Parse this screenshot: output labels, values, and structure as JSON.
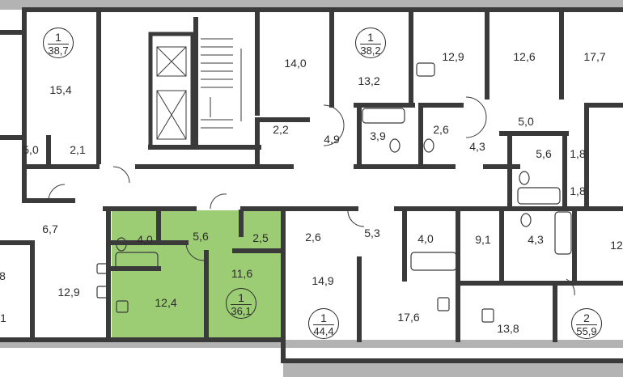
{
  "colors": {
    "wall": "#3a3a3a",
    "window": "#a8a8a8",
    "highlight": "#9ccc74",
    "text": "#2b2b2b",
    "background": "#ffffff"
  },
  "apartments": [
    {
      "id": "apt-a",
      "rooms": "1",
      "area": "38,7",
      "highlighted": false
    },
    {
      "id": "apt-b",
      "rooms": "1",
      "area": "38,2",
      "highlighted": false
    },
    {
      "id": "apt-c",
      "rooms": "1",
      "area": "36,1",
      "highlighted": true
    },
    {
      "id": "apt-d",
      "rooms": "1",
      "area": "44,4",
      "highlighted": false
    },
    {
      "id": "apt-e",
      "rooms": "2",
      "area": "55,9",
      "highlighted": false
    }
  ],
  "rooms": [
    {
      "id": "r-15-4",
      "area": "15,4"
    },
    {
      "id": "r-5-0-left",
      "area": "5,0"
    },
    {
      "id": "r-2-1",
      "area": "2,1"
    },
    {
      "id": "r-14-0",
      "area": "14,0"
    },
    {
      "id": "r-2-2",
      "area": "2,2"
    },
    {
      "id": "r-4-9",
      "area": "4,9"
    },
    {
      "id": "r-13-2",
      "area": "13,2"
    },
    {
      "id": "r-3-9",
      "area": "3,9"
    },
    {
      "id": "r-12-9-top",
      "area": "12,9"
    },
    {
      "id": "r-2-6-top",
      "area": "2,6"
    },
    {
      "id": "r-12-6",
      "area": "12,6"
    },
    {
      "id": "r-17-7",
      "area": "17,7"
    },
    {
      "id": "r-4-3-top",
      "area": "4,3"
    },
    {
      "id": "r-5-0-right",
      "area": "5,0"
    },
    {
      "id": "r-5-6-right",
      "area": "5,6"
    },
    {
      "id": "r-1-8-a",
      "area": "1,8"
    },
    {
      "id": "r-1-8-b",
      "area": "1,8"
    },
    {
      "id": "r-6-7",
      "area": "6,7"
    },
    {
      "id": "r-12-9-bottom",
      "area": "12,9"
    },
    {
      "id": "r-4-0-hl",
      "area": "4,0"
    },
    {
      "id": "r-5-6-hl",
      "area": "5,6"
    },
    {
      "id": "r-2-5-hl",
      "area": "2,5"
    },
    {
      "id": "r-12-4-hl",
      "area": "12,4"
    },
    {
      "id": "r-11-6-hl",
      "area": "11,6"
    },
    {
      "id": "r-2-6-bottom",
      "area": "2,6"
    },
    {
      "id": "r-5-3",
      "area": "5,3"
    },
    {
      "id": "r-4-0-bottom",
      "area": "4,0"
    },
    {
      "id": "r-9-1",
      "area": "9,1"
    },
    {
      "id": "r-4-3-bottom",
      "area": "4,3"
    },
    {
      "id": "r-14-9",
      "area": "14,9"
    },
    {
      "id": "r-17-6",
      "area": "17,6"
    },
    {
      "id": "r-13-8",
      "area": "13,8"
    },
    {
      "id": "r-12-partial",
      "area": "12"
    },
    {
      "id": "r-8-partial",
      "area": "8"
    },
    {
      "id": "r-1-partial",
      "area": "1"
    }
  ]
}
